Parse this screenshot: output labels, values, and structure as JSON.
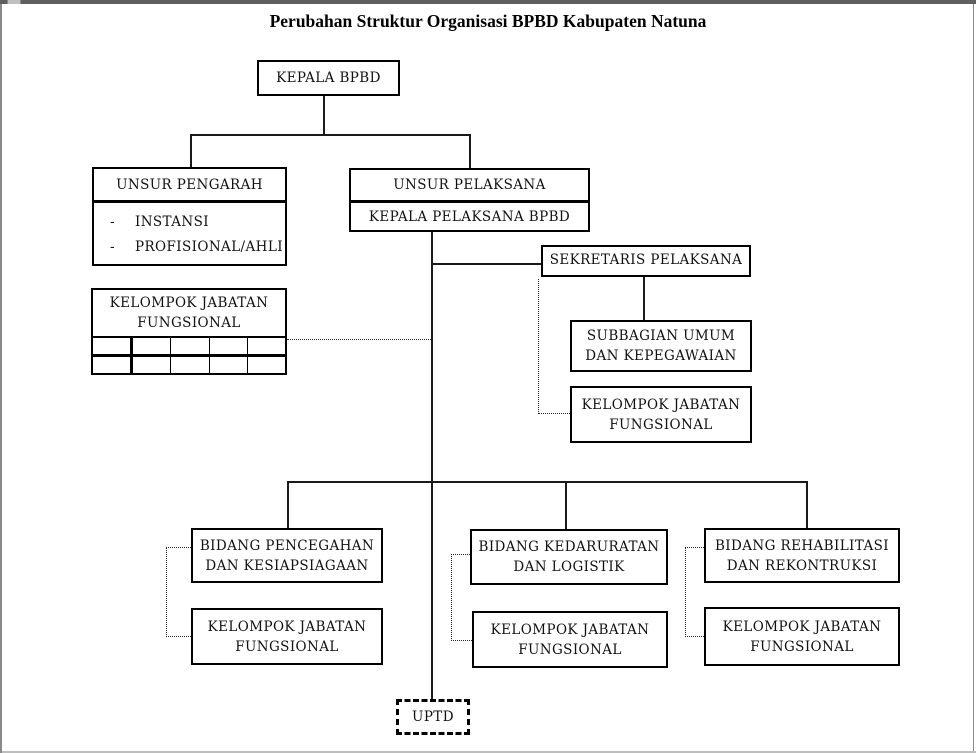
{
  "title": "Perubahan Struktur Organisasi BPBD Kabupaten Natuna",
  "nodes": {
    "kepala_bpbd": {
      "label": "KEPALA BPBD"
    },
    "unsur_pengarah": {
      "header": "UNSUR PENGARAH",
      "bullet": "-",
      "items": [
        "INSTANSI",
        "PROFISIONAL/AHLI"
      ]
    },
    "unsur_pelaksana": {
      "header": "UNSUR PELAKSANA",
      "sub": "KEPALA PELAKSANA BPBD"
    },
    "sekretaris_pelaksana": {
      "label": "SEKRETARIS PELAKSANA"
    },
    "kelompok_jabatan_kiri": {
      "line1": "KELOMPOK JABATAN",
      "line2": "FUNGSIONAL",
      "grid_rows": 2,
      "grid_cols": 5
    },
    "subbagian_umum": {
      "line1": "SUBBAGIAN UMUM",
      "line2": "DAN KEPEGAWAIAN"
    },
    "kelompok_sekretariat": {
      "line1": "KELOMPOK JABATAN",
      "line2": "FUNGSIONAL"
    },
    "bidang_pencegahan": {
      "line1": "BIDANG PENCEGAHAN",
      "line2": "DAN KESIAPSIAGAAN"
    },
    "kelompok_pencegahan": {
      "line1": "KELOMPOK JABATAN",
      "line2": "FUNGSIONAL"
    },
    "bidang_kedaruratan": {
      "line1": "BIDANG KEDARURATAN",
      "line2": "DAN LOGISTIK"
    },
    "kelompok_kedaruratan": {
      "line1": "KELOMPOK JABATAN",
      "line2": "FUNGSIONAL"
    },
    "bidang_rehabilitasi": {
      "line1": "BIDANG REHABILITASI",
      "line2": "DAN REKONTRUKSI"
    },
    "kelompok_rehabilitasi": {
      "line1": "KELOMPOK JABATAN",
      "line2": "FUNGSIONAL"
    },
    "uptd": {
      "label": "UPTD"
    }
  },
  "colors": {
    "box_border": "#000000",
    "connector": "#1a1a1a",
    "background": "#ffffff",
    "chrome_dark": "#5f5f5f",
    "chrome_gray": "#8a8a8a",
    "chrome_light": "#c0c0c0"
  }
}
